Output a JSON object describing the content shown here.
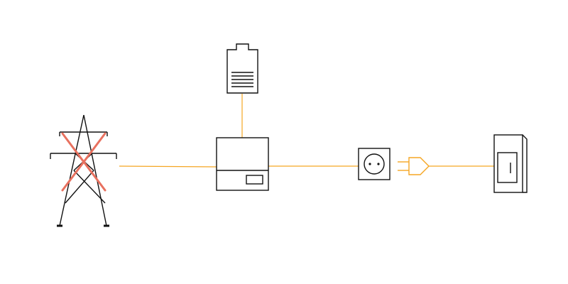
{
  "diagram": {
    "nodes": [
      {
        "id": "power-grid",
        "icon": "power-pylon-icon",
        "status": "disconnected",
        "marker": "x-mark-icon"
      },
      {
        "id": "battery",
        "icon": "battery-icon",
        "charge_level": "full"
      },
      {
        "id": "inverter",
        "icon": "inverter-icon"
      },
      {
        "id": "wall-socket",
        "icon": "power-socket-icon"
      },
      {
        "id": "plug",
        "icon": "power-plug-icon"
      },
      {
        "id": "appliance",
        "icon": "appliance-cabinet-icon"
      }
    ],
    "connections": [
      {
        "from": "power-grid",
        "to": "inverter"
      },
      {
        "from": "battery",
        "to": "inverter"
      },
      {
        "from": "inverter",
        "to": "wall-socket"
      },
      {
        "from": "plug",
        "to": "appliance"
      }
    ]
  },
  "colors": {
    "stroke": "#111111",
    "connection": "#f5a623",
    "disconnected": "#e8715f",
    "background": "#ffffff"
  }
}
